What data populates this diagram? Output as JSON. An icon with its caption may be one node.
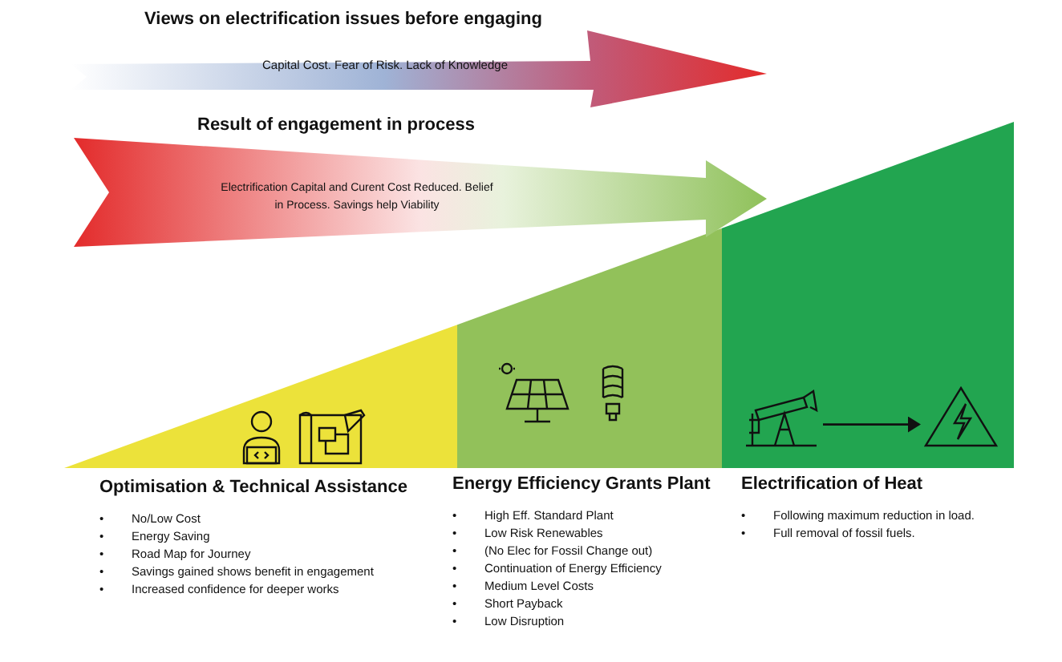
{
  "diagram": {
    "nodes": [
      {
        "text": [
          "Views on electrification issues before engaging",
          "Capital Cost.  Fear of Risk. Lack of Knowledge"
        ]
      },
      {
        "text": [
          "Result of engagement in process",
          "Electrification Capital and Curent Cost Reduced. Belief in Process. Savings help Viability"
        ]
      },
      {
        "text": [
          "Optimisation & Technical Assistance",
          "• No/Low Cost",
          "• Energy Saving",
          "• Road Map for Journey",
          "• Savings gained shows benefit in engagement",
          "• Increased confidence for deeper works"
        ]
      },
      {
        "text": [
          "Energy Efficiency Grants Plant",
          "• High Eff. Standard Plant",
          "• Low Risk Renewables",
          "• (No Elec for Fossil Change out)",
          "• Continuation of Energy Efficiency",
          "• Medium Level Costs",
          "• Short Payback",
          "• Low Disruption"
        ]
      },
      {
        "text": [
          "Electrification of Heat",
          "• Following maximum reduction in load.",
          "• Full removal of fossil fuels."
        ]
      },
      {
        "text": [],
        "shape": "picture"
      },
      {
        "text": [],
        "shape": "picture"
      }
    ],
    "edges": [
      {
        "from": 5,
        "to": 6,
        "arrow": "to"
      }
    ]
  }
}
